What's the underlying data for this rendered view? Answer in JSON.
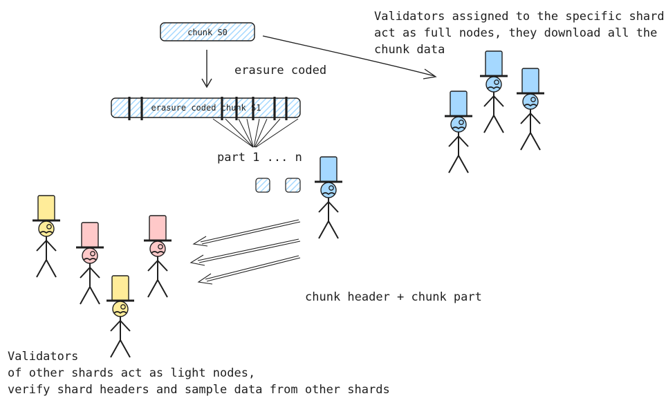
{
  "chunk_box": {
    "label": "chunk S0"
  },
  "erasure_step": {
    "label": "erasure coded"
  },
  "erasure_box": {
    "label": "erasure coded chunk S1"
  },
  "parts_label": "part 1 ... n",
  "full_nodes_note": "Validators assigned to the specific shard\nact as full nodes, they download all the\nchunk data",
  "transfer_label": "chunk header + chunk part",
  "light_nodes_note": "Validators\nof other shards act as light nodes,\nverify shard headers and sample data from other shards",
  "colors": {
    "stroke": "#1e1e1e",
    "box_fill": "#a5d8ff",
    "blue_hat": "#a5d8ff",
    "yellow_hat": "#ffec99",
    "pink_hat": "#ffc9c9"
  },
  "icons": [
    "validator-figure-icon",
    "top-hat-icon",
    "monocle-icon",
    "mustache-icon"
  ]
}
